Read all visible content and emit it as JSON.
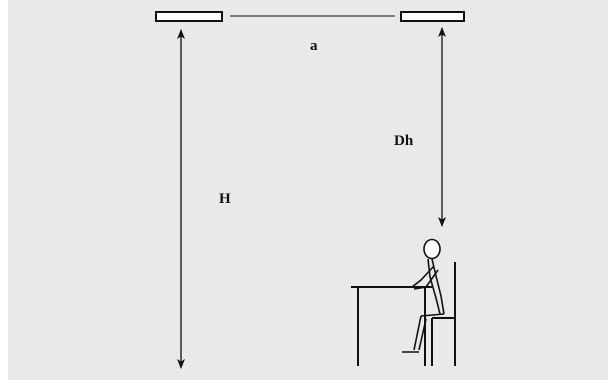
{
  "labels": {
    "spacing": "a",
    "ceiling_height": "H",
    "luminaire_to_workplane": "Dh"
  }
}
